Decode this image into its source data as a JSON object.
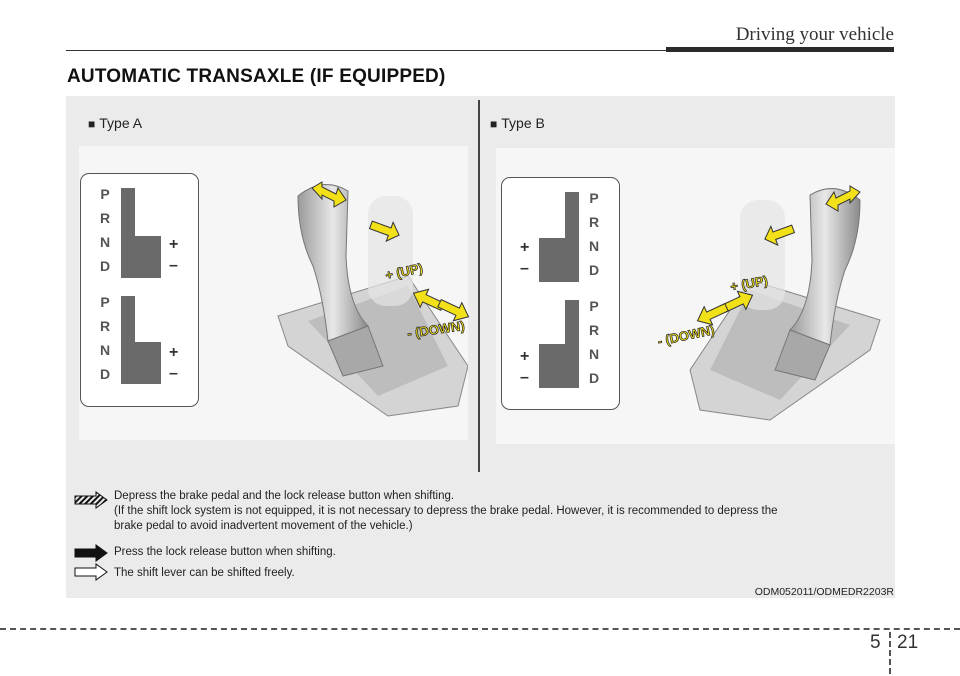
{
  "header": {
    "section": "Driving your vehicle"
  },
  "heading": "AUTOMATIC TRANSAXLE (IF EQUIPPED)",
  "types": {
    "a": "Type A",
    "b": "Type B"
  },
  "gear_letters": [
    "P",
    "R",
    "N",
    "D"
  ],
  "shift_plus": "+",
  "shift_minus": "–",
  "callouts": {
    "up": "+ (UP)",
    "down": "- (DOWN)"
  },
  "legend": [
    {
      "icon": "hatched-arrow",
      "lines": [
        "Depress the brake pedal and the lock release button when shifting.",
        "(If the shift lock system is not equipped, it is not necessary to depress the brake pedal. However, it is recommended to depress the",
        "brake pedal to avoid inadvertent movement of the vehicle.)"
      ]
    },
    {
      "icon": "solid-arrow",
      "lines": [
        "Press the lock release button when shifting."
      ]
    },
    {
      "icon": "outline-arrow",
      "lines": [
        "The shift lever can be shifted freely."
      ]
    }
  ],
  "figure_code": "ODM052011/ODMEDR2203R",
  "page": {
    "chapter": "5",
    "number": "21"
  },
  "colors": {
    "arrow": "#f2e018",
    "figure_bg": "#ebebeb",
    "rule": "#2b2b2b"
  }
}
